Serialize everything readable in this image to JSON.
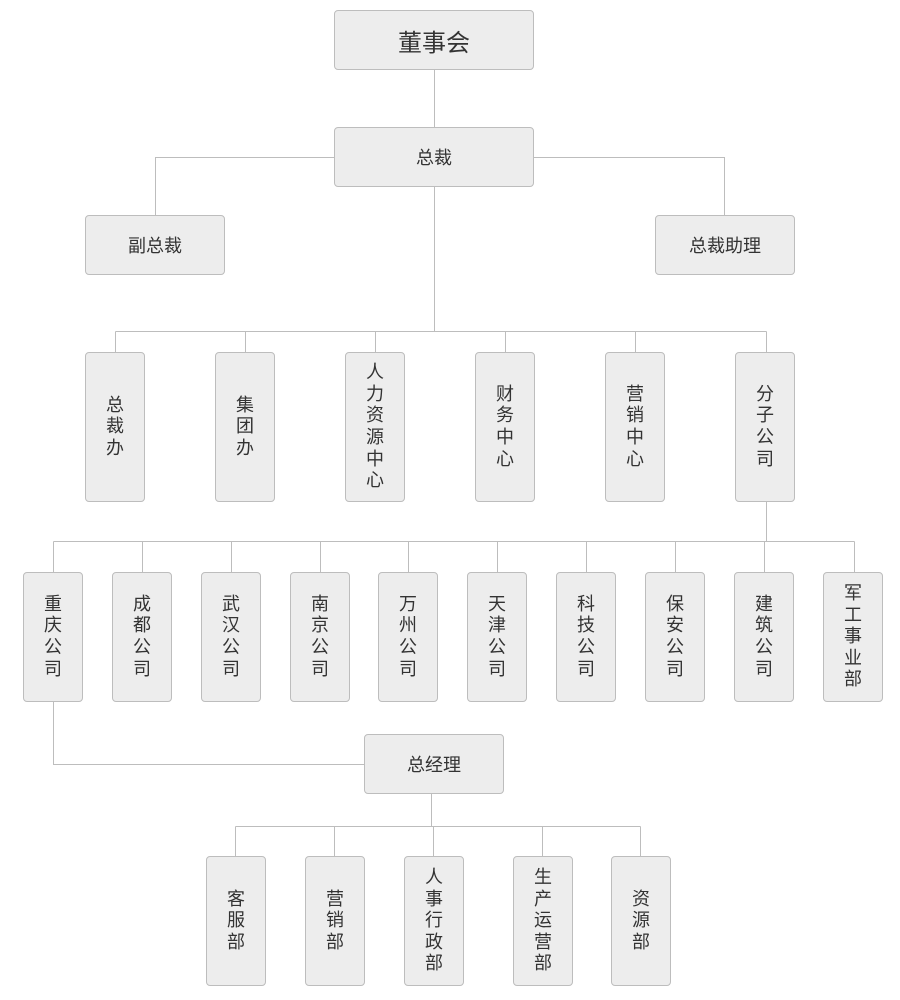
{
  "colors": {
    "box_fill": "#ededed",
    "box_border": "#bdbdbd",
    "line": "#bdbdbd",
    "text": "#333333"
  },
  "nodes": {
    "board": "董事会",
    "president": "总裁",
    "vp": "副总裁",
    "assistant": "总裁助理",
    "dept_zcb": "总裁办",
    "dept_jtb": "集团办",
    "dept_hr": "人力资源中心",
    "dept_fin": "财务中心",
    "dept_mkt": "营销中心",
    "dept_sub": "分子公司",
    "co_chongqing": "重庆公司",
    "co_chengdu": "成都公司",
    "co_wuhan": "武汉公司",
    "co_nanjing": "南京公司",
    "co_wanzhou": "万州公司",
    "co_tianjin": "天津公司",
    "co_keji": "科技公司",
    "co_baoan": "保安公司",
    "co_jianzhu": "建筑公司",
    "co_jungong": "军工事业部",
    "gm": "总经理",
    "cq_kefu": "客服部",
    "cq_yingxiao": "营销部",
    "cq_renshi": "人事行政部",
    "cq_shengchan": "生产运营部",
    "cq_ziyuan": "资源部"
  }
}
